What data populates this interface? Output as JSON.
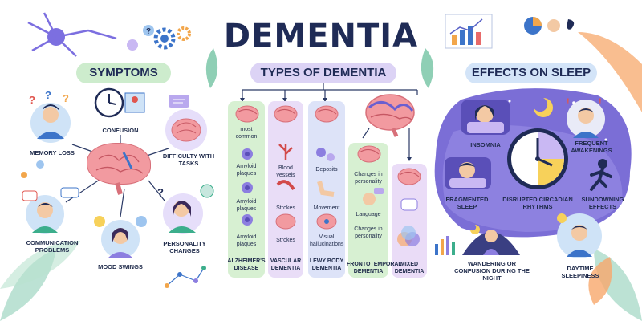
{
  "title": "DEMENTIA",
  "sections": {
    "symptoms": "SYMPTOMS",
    "types": "TYPES OF DEMENTIA",
    "sleep": "EFFECTS ON SLEEP"
  },
  "symptoms": {
    "memory_loss": "MEMORY LOSS",
    "confusion": "CONFUSION",
    "difficulty": "DIFFICULTY WITH TASKS",
    "communication": "COMMUNICATION PROBLEMS",
    "mood": "MOOD SWINGS",
    "personality": "PERSONALITY CHANGES"
  },
  "types": {
    "alzheimers": {
      "name": "ALZHEIMER'S DISEASE",
      "items": [
        "most common",
        "Amyloid plaques",
        "Amyloid plaques",
        "Amyloid plaques"
      ]
    },
    "vascular": {
      "name": "VASCULAR DEMENTIA",
      "items": [
        "Blood vessels",
        "Strokes",
        "Strokes"
      ]
    },
    "lewy": {
      "name": "LEWY BODY DEMENTIA",
      "items": [
        "Deposits",
        "Movement",
        "Visual hallucinations"
      ]
    },
    "frontotemporal": {
      "name": "FRONTOTEMPORAL DEMENTIA",
      "items": [
        "Changes in personality",
        "Language",
        "Changes in personality"
      ]
    },
    "mixed": {
      "name": "MIXED DEMENTIA"
    }
  },
  "sleep": {
    "insomnia": "INSOMNIA",
    "frequent": "FREQUENT AWAKENINGS",
    "fragmented": "FRAGMENTED SLEEP",
    "circadian": "DISRUPTED CIRCADIAN RHYTHMS",
    "sundowning": "SUNDOWNING EFFECTS",
    "wandering": "WANDERING OR CONFUSION DURING THE NIGHT",
    "daytime": "DAYTIME SLEEPINESS"
  },
  "colors": {
    "symptoms_pill": "#cdeccd",
    "types_pill": "#dcd3f5",
    "sleep_pill": "#d3e4f8",
    "alz_col": "#d7f0d2",
    "vasc_col": "#e9ddf7",
    "lewy_col": "#dde3f8",
    "fronto_col": "#d7f0d2",
    "mixed_col": "#eadcf7",
    "night": "#6e62c7"
  }
}
